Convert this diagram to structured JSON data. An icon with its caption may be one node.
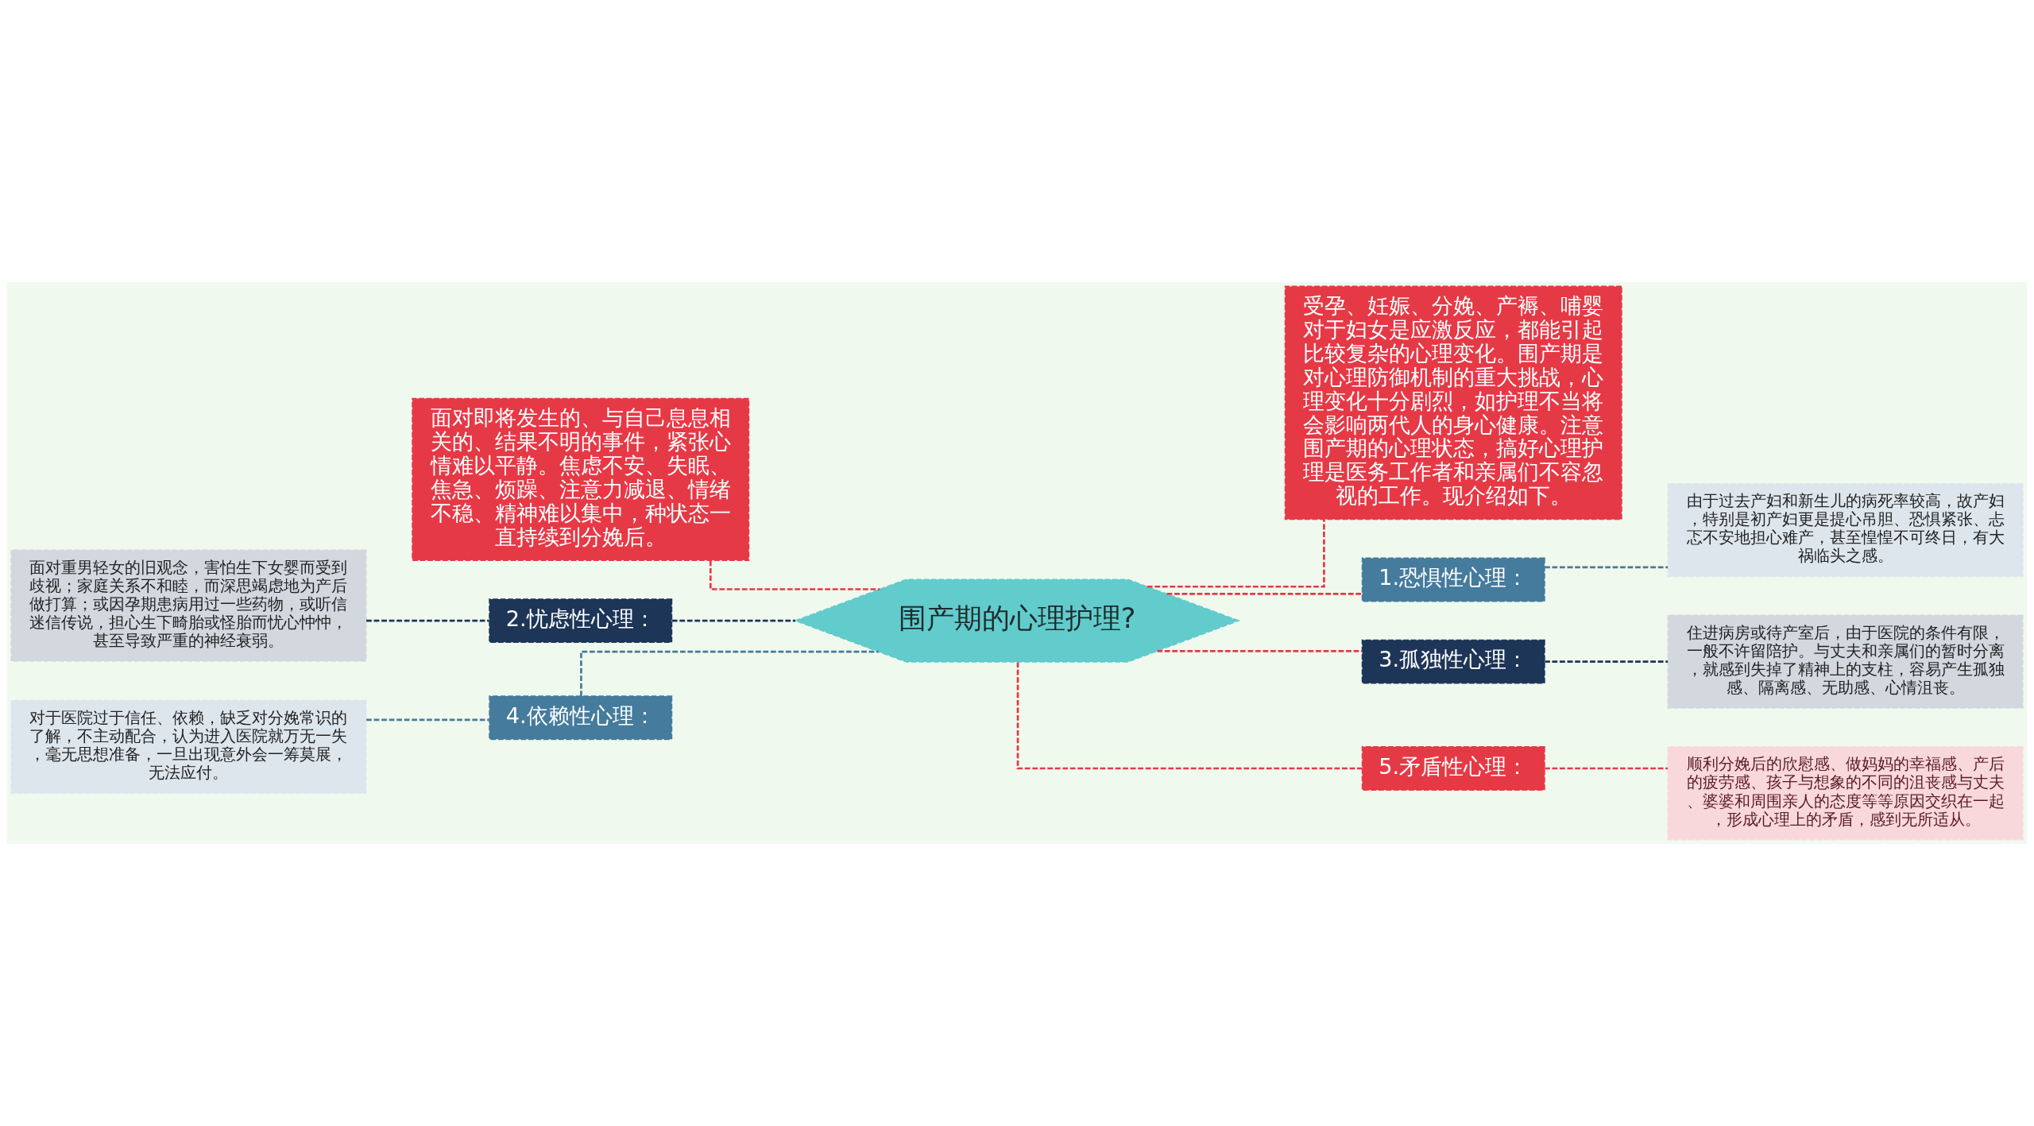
{
  "diagram": {
    "nodes": [
      {
        "text": [
          "围产期的心理护理?"
        ]
      },
      {
        "text": [
          "受孕、妊娠、分娩、产褥、哺婴对于妇女是应激反应，都能引起比较复杂的心理变化。围产期是对心理防御机制的重大挑战，心理变化十分剧烈，如护理不当将会影响两代人的身心健康。注意围产期的心理状态，搞好心理护理是医务工作者和亲属们不容忽视的工作。现介绍如下。"
        ]
      },
      {
        "text": [
          "面对即将发生的、与自己息息相关的、结果不明的事件，紧张心情难以平静。焦虑不安、失眠、焦急、烦躁、注意力减退、情绪不稳、精神难以集中，种状态一直持续到分娩后。"
        ]
      },
      {
        "text": [
          "1.恐惧性心理："
        ]
      },
      {
        "text": [
          "由于过去产妇和新生儿的病死率较高，故产妇，特别是初产妇更是提心吊胆、恐惧紧张、忐忑不安地担心难产，甚至惶惶不可终日，有大祸临头之感。"
        ]
      },
      {
        "text": [
          "2.忧虑性心理："
        ]
      },
      {
        "text": [
          "面对重男轻女的旧观念，害怕生下女婴而受到歧视；家庭关系不和睦，而深思竭虑地为产后做打算；或因孕期患病用过一些药物，或听信迷信传说，担心生下畸胎或怪胎而忧心忡忡，甚至导致严重的神经衰弱。"
        ]
      },
      {
        "text": [
          "3.孤独性心理："
        ]
      },
      {
        "text": [
          "住进病房或待产室后，由于医院的条件有限，一般不许留陪护。与丈夫和亲属们的暂时分离，就感到失掉了精神上的支柱，容易产生孤独感、隔离感、无助感、心情沮丧。"
        ]
      },
      {
        "text": [
          "4.依赖性心理："
        ]
      },
      {
        "text": [
          "对于医院过于信任、依赖，缺乏对分娩常识的了解，不主动配合，认为进入医院就万无一失，毫无思想准备，一旦出现意外会一筹莫展，无法应付。"
        ]
      },
      {
        "text": [
          "5.矛盾性心理："
        ]
      },
      {
        "text": [
          "顺利分娩后的欣慰感、做妈妈的幸福感、产后的疲劳感、孩子与想象的不同的沮丧感与丈夫、婆婆和周围亲人的态度等等原因交织在一起，形成心理上的矛盾，感到无所适从。"
        ]
      }
    ],
    "edges": [
      {
        "from": 0,
        "to": 1,
        "arrow": "none",
        "style": "dashed",
        "color": "#e63946"
      },
      {
        "from": 0,
        "to": 2,
        "arrow": "none",
        "style": "dashed",
        "color": "#e63946"
      },
      {
        "from": 0,
        "to": 3,
        "arrow": "none",
        "style": "dashed",
        "color": "#e63946"
      },
      {
        "from": 3,
        "to": 4,
        "arrow": "none",
        "style": "dashed",
        "color": "#457b9d"
      },
      {
        "from": 0,
        "to": 5,
        "arrow": "none",
        "style": "dashed",
        "color": "#1d3557"
      },
      {
        "from": 5,
        "to": 6,
        "arrow": "none",
        "style": "dashed",
        "color": "#1d3557"
      },
      {
        "from": 0,
        "to": 7,
        "arrow": "none",
        "style": "dashed",
        "color": "#e63946"
      },
      {
        "from": 7,
        "to": 8,
        "arrow": "none",
        "style": "dashed",
        "color": "#1d3557"
      },
      {
        "from": 0,
        "to": 9,
        "arrow": "none",
        "style": "dashed",
        "color": "#457b9d"
      },
      {
        "from": 9,
        "to": 10,
        "arrow": "none",
        "style": "dashed",
        "color": "#457b9d"
      },
      {
        "from": 0,
        "to": 11,
        "arrow": "none",
        "style": "dashed",
        "color": "#e63946"
      },
      {
        "from": 11,
        "to": 12,
        "arrow": "none",
        "style": "dashed",
        "color": "#e63946"
      }
    ]
  }
}
